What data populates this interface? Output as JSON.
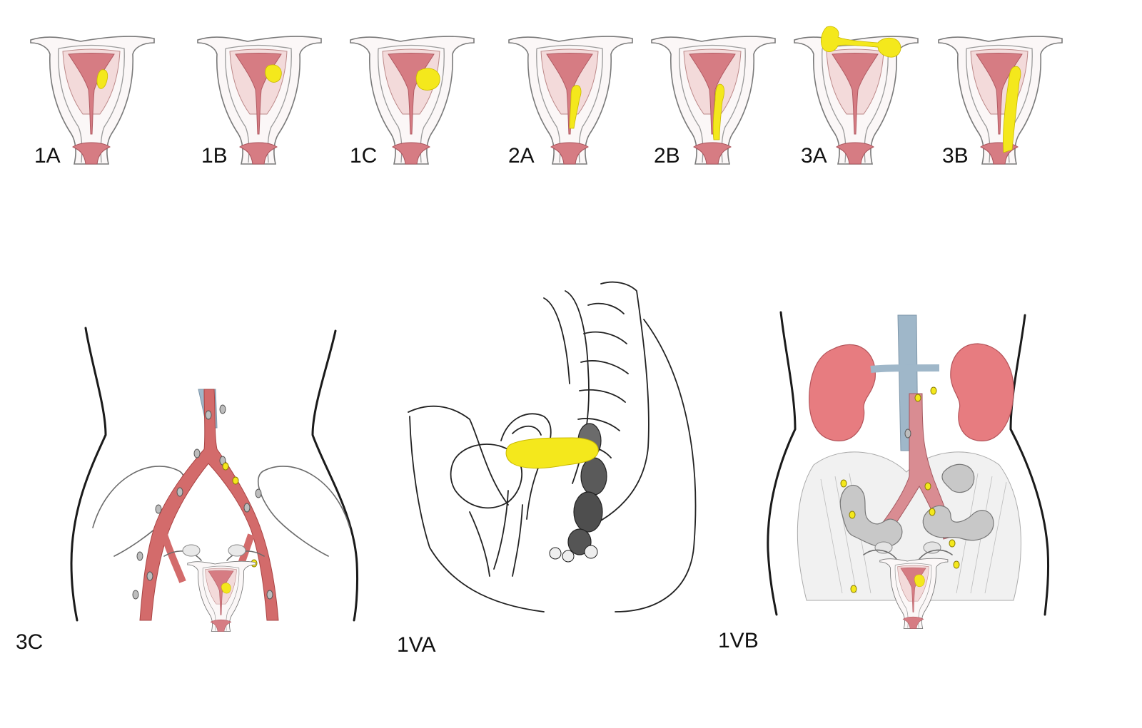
{
  "colors": {
    "tumor": "#f4e81c",
    "tumor_edge": "#c9b800",
    "endometrium": "#d97f86",
    "myometrium": "#f2e3e3",
    "vessel": "#d36b6b",
    "vein": "#9fb7c9",
    "kidney": "#e77c80",
    "node": "#9a9a9a"
  },
  "panels": {
    "p1A": {
      "label": "1A"
    },
    "p1B": {
      "label": "1B"
    },
    "p1C": {
      "label": "1C"
    },
    "p2A": {
      "label": "2A"
    },
    "p2B": {
      "label": "2B"
    },
    "p3A": {
      "label": "3A"
    },
    "p3B": {
      "label": "3B"
    },
    "p3C": {
      "label": "3C"
    },
    "p1VA": {
      "label": "1VA"
    },
    "p1VB": {
      "label": "1VB"
    }
  }
}
